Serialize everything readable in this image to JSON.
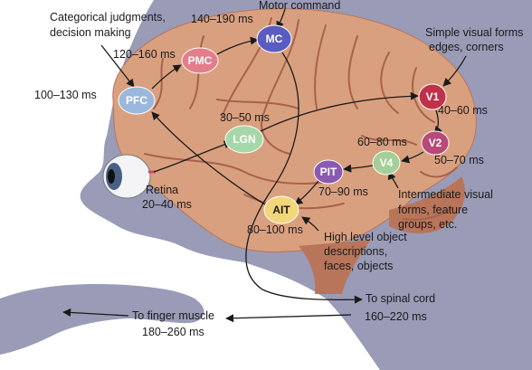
{
  "colors": {
    "head": "#9a9bb7",
    "head_shadow": "#7f80a0",
    "brain": "#d9a07f",
    "brain_dark": "#b8755a",
    "gyri": "#a8624a",
    "arrow": "#1a1a1a"
  },
  "nodes": {
    "mc": {
      "label": "MC",
      "color": "#5a5cc0"
    },
    "pmc": {
      "label": "PMC",
      "color": "#e37d8b"
    },
    "pfc": {
      "label": "PFC",
      "color": "#9bb8dc"
    },
    "lgn": {
      "label": "LGN",
      "color": "#a6d7a8"
    },
    "v1": {
      "label": "V1",
      "color": "#c0304a"
    },
    "v2": {
      "label": "V2",
      "color": "#b84a77"
    },
    "v4": {
      "label": "V4",
      "color": "#a5cf97"
    },
    "pit": {
      "label": "PIT",
      "color": "#8a5ab0"
    },
    "ait": {
      "label": "AIT",
      "color": "#f1d67a"
    }
  },
  "labels": {
    "categorical_1": "Categorical judgments,",
    "categorical_2": "decision making",
    "motor_command": "Motor command",
    "mc_time": "140–190 ms",
    "pmc_time": "120–160 ms",
    "pfc_time": "100–130 ms",
    "simple_1": "Simple visual forms",
    "simple_2": "edges, corners",
    "v1_time": "40–60 ms",
    "lgn_time": "30–50 ms",
    "v4_time": "60–80 ms",
    "v2_time": "50–70 ms",
    "pit_time": "70–90 ms",
    "retina": "Retina",
    "retina_time": "20–40 ms",
    "ait_time": "80–100 ms",
    "intermediate_1": "Intermediate visual",
    "intermediate_2": "forms, feature",
    "intermediate_3": "groups, etc.",
    "high_1": "High level object",
    "high_2": "descriptions,",
    "high_3": "faces, objects",
    "spinal": "To spinal cord",
    "spinal_time": "160–220 ms",
    "finger": "To finger muscle",
    "finger_time": "180–260 ms"
  }
}
